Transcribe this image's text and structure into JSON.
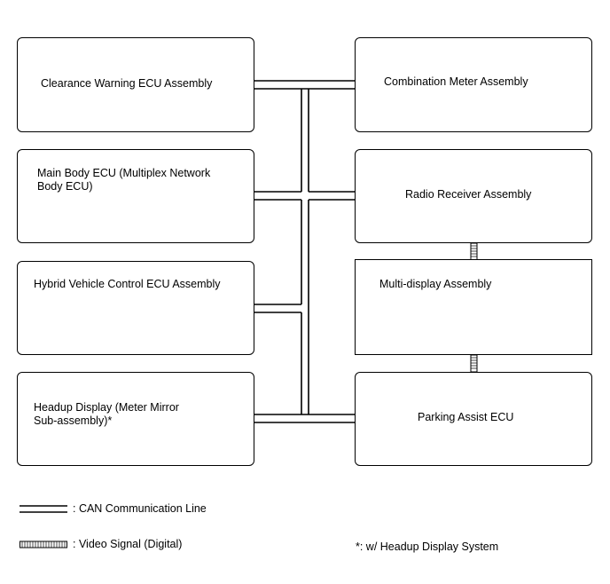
{
  "left_boxes": [
    {
      "label": "Clearance Warning ECU Assembly"
    },
    {
      "label": "Main Body ECU (Multiplex Network\nBody ECU)"
    },
    {
      "label": "Hybrid Vehicle Control ECU Assembly"
    },
    {
      "label": "Headup Display (Meter Mirror\nSub-assembly)*"
    }
  ],
  "right_boxes": [
    {
      "label": "Combination Meter Assembly"
    },
    {
      "label": "Radio Receiver Assembly"
    },
    {
      "label": "Multi-display Assembly"
    },
    {
      "label": "Parking Assist ECU"
    }
  ],
  "legend": {
    "can_line": ": CAN Communication Line",
    "video_signal": ": Video Signal (Digital)"
  },
  "footnote": "*: w/ Headup Display System"
}
